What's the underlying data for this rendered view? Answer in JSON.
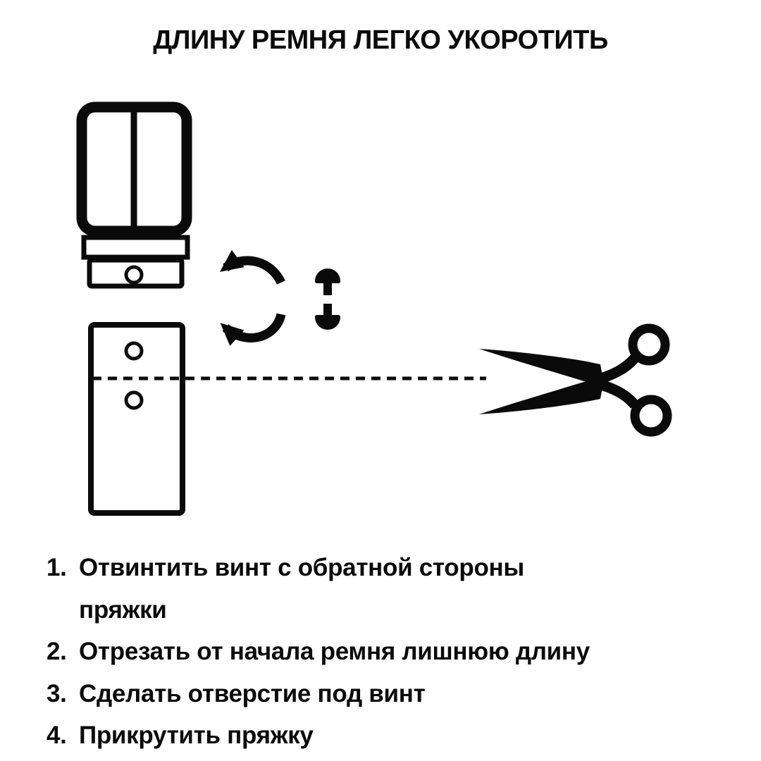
{
  "page": {
    "background_color": "#ffffff",
    "ink_color": "#0a0a0a"
  },
  "title": "ДЛИНУ РЕМНЯ ЛЕГКО УКОРОТИТЬ",
  "diagram": {
    "icons": [
      "belt-buckle-icon",
      "belt-keeper-loop-icon",
      "buckle-tab-icon",
      "screw-hole-icon",
      "rotate-counterclockwise-arrows-icon",
      "screw-post-icon",
      "belt-strap-icon",
      "cut-line",
      "scissors-icon"
    ],
    "cut_line_style": "dotted"
  },
  "steps": {
    "items": [
      {
        "number": "1.",
        "text": "Отвинтить винт с обратной стороны\nпряжки"
      },
      {
        "number": "2.",
        "text": "Отрезать от начала ремня лишнюю длину"
      },
      {
        "number": "3.",
        "text": "Сделать отверстие под винт"
      },
      {
        "number": "4.",
        "text": "Прикрутить пряжку"
      }
    ]
  }
}
